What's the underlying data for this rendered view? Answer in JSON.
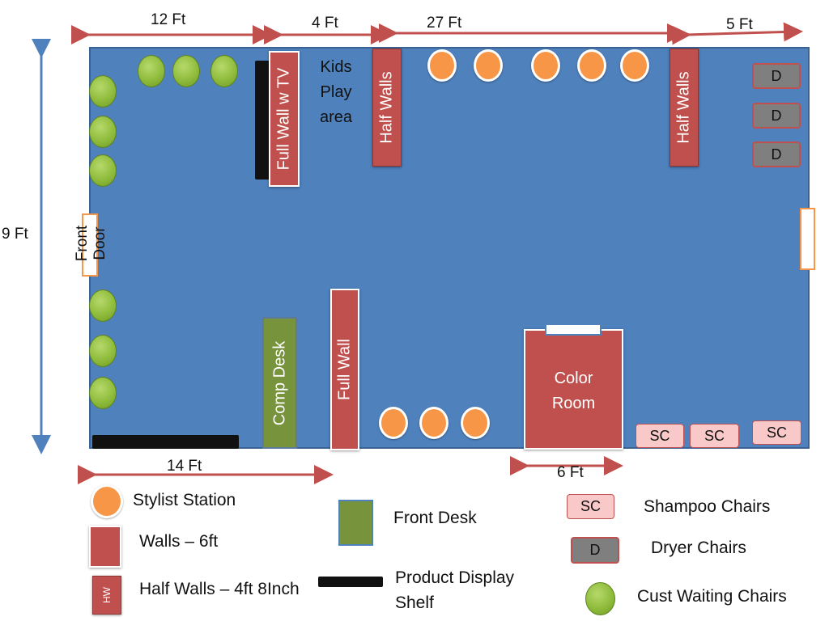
{
  "dimensions": {
    "top_12": "12 Ft",
    "top_4": "4 Ft",
    "top_27": "27 Ft",
    "top_5": "5 Ft",
    "left_9": "9 Ft",
    "bottom_14": "14 Ft",
    "bottom_6": "6 Ft"
  },
  "floor": {
    "front_door_label": "Front\nDoor",
    "full_wall_tv_label": "Full Wall w TV",
    "kids_play_area": "Kids\nPlay\narea",
    "half_walls_left": "Half Walls",
    "half_walls_right": "Half  Walls",
    "comp_desk": "Comp Desk",
    "full_wall": "Full Wall",
    "color_room": "Color\nRoom",
    "dryer_chairs": [
      "D",
      "D",
      "D"
    ],
    "shampoo_chairs": [
      "SC",
      "SC",
      "SC"
    ]
  },
  "legend": {
    "stylist_station": "Stylist Station",
    "walls_6ft": "Walls – 6ft",
    "half_walls": "Half Walls – 4ft 8Inch",
    "half_wall_icon": "HW",
    "front_desk": "Front Desk",
    "product_display": "Product Display\nShelf",
    "shampoo_chairs": "Shampoo Chairs",
    "shampoo_icon": "SC",
    "dryer_chairs": "Dryer Chairs",
    "dryer_icon": "D",
    "waiting_chairs": "Cust Waiting Chairs"
  },
  "colors": {
    "floor": "#4f81bd",
    "wall": "#c0504d",
    "stylist": "#f79646",
    "waiting": "#9bbb59",
    "desk": "#77933c",
    "dryer": "#7f7f7f",
    "shampoo": "#f8c9c8",
    "arrow_red": "#c0504d",
    "arrow_blue": "#4f81bd"
  }
}
